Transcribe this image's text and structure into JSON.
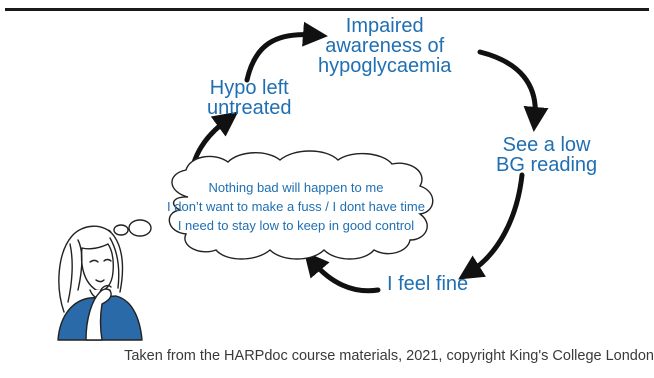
{
  "diagram": {
    "nodes": {
      "impaired_awareness": [
        "Impaired",
        "awareness of",
        "hypoglycaemia"
      ],
      "see_low_bg": [
        "See a low",
        "BG reading"
      ],
      "feel_fine": [
        "I feel fine"
      ],
      "hypo_untreated": [
        "Hypo left",
        "untreated"
      ]
    },
    "thought_lines": [
      "Nothing bad will happen to me",
      "I don’t want to make a fuss / I dont have time",
      "I need to stay low to keep in good control"
    ],
    "figure": "person-thinking",
    "colors": {
      "text": "#1f6fb2",
      "arrow": "#111111",
      "outline": "#222222",
      "shirt": "#2b6aa8"
    }
  },
  "caption": "Taken from the HARPdoc course materials, 2021, copyright King's College London"
}
